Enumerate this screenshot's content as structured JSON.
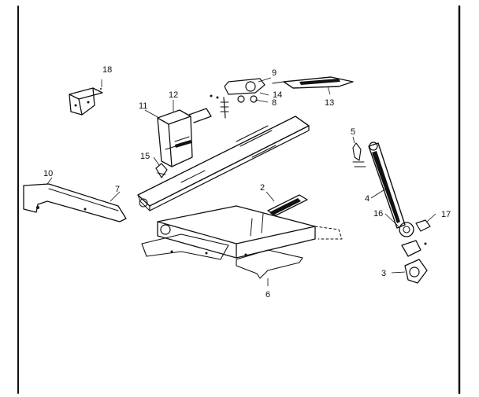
{
  "colors": {
    "ink": "#111111",
    "paper": "#ffffff"
  },
  "parts": {
    "p2": "2",
    "p3": "3",
    "p4": "4",
    "p5": "5",
    "p6": "6",
    "p7": "7",
    "p8": "8",
    "p9": "9",
    "p10": "10",
    "p11": "11",
    "p12": "12",
    "p13": "13",
    "p14": "14",
    "p15": "15",
    "p16": "16",
    "p17": "17",
    "p18": "18"
  }
}
